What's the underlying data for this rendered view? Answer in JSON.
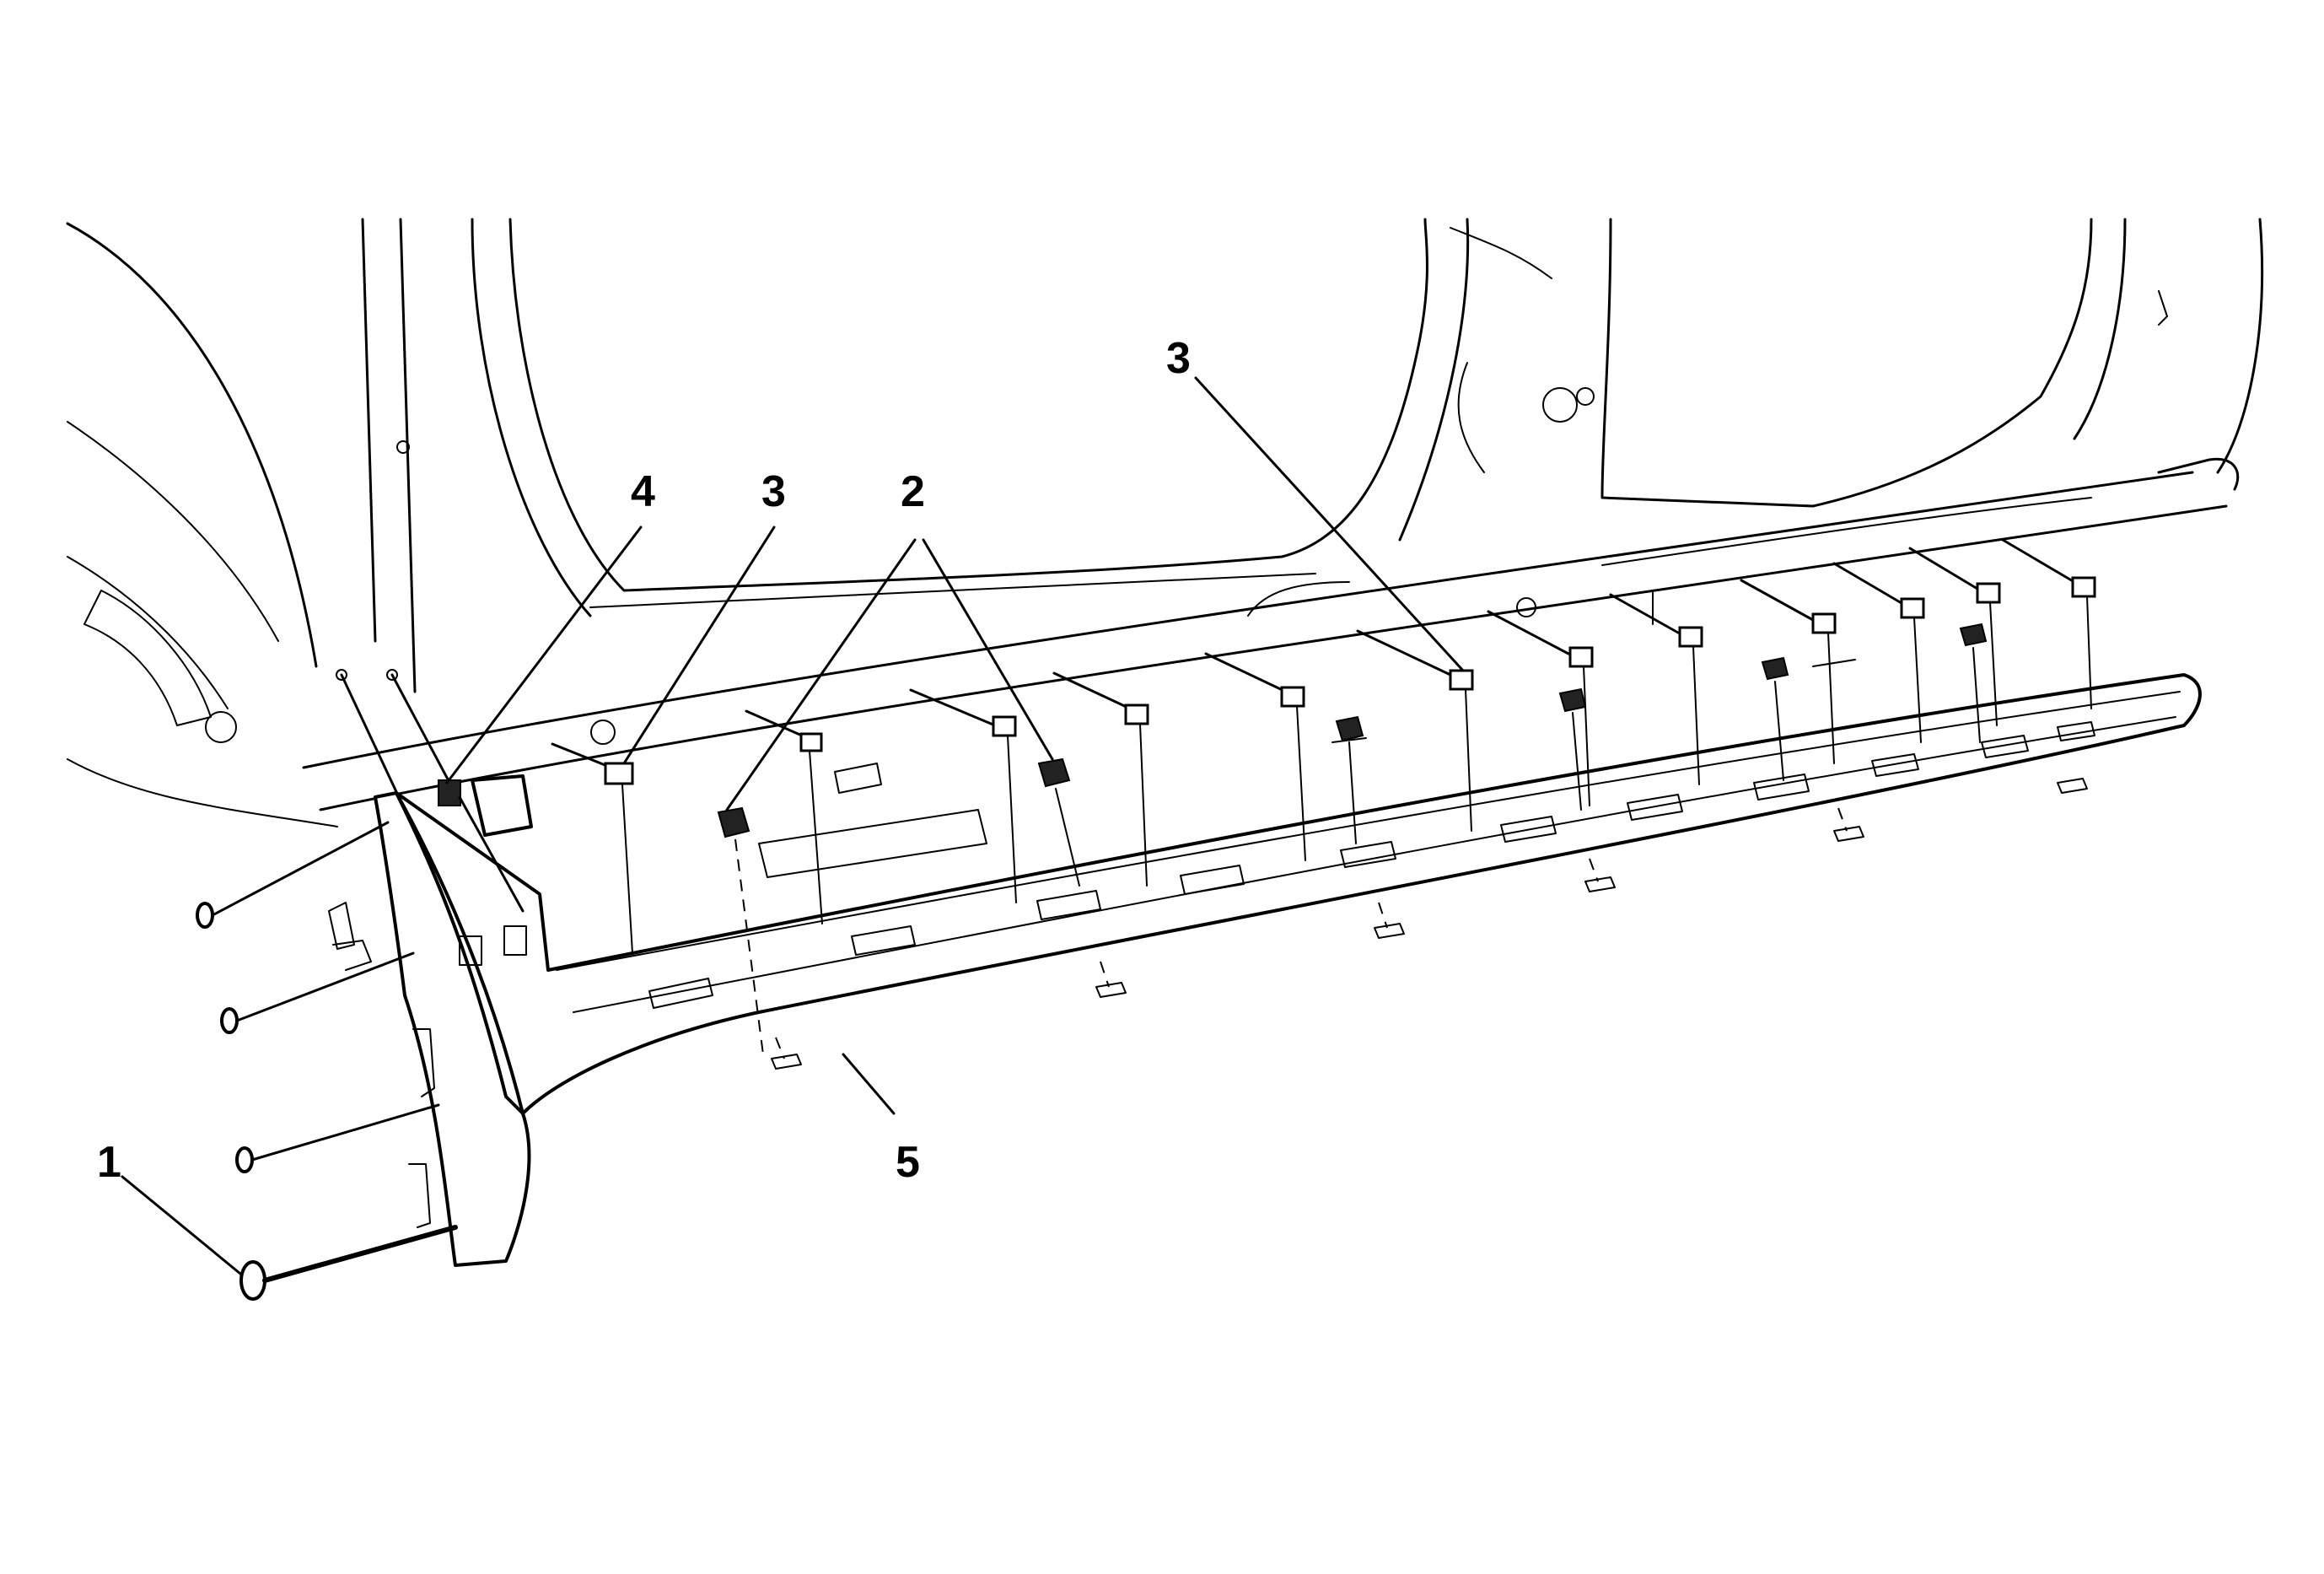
{
  "diagram": {
    "callouts": [
      {
        "id": "c1",
        "label": "1"
      },
      {
        "id": "c2",
        "label": "2"
      },
      {
        "id": "c3a",
        "label": "3"
      },
      {
        "id": "c3b",
        "label": "3"
      },
      {
        "id": "c4",
        "label": "4"
      },
      {
        "id": "c5",
        "label": "5"
      }
    ]
  }
}
